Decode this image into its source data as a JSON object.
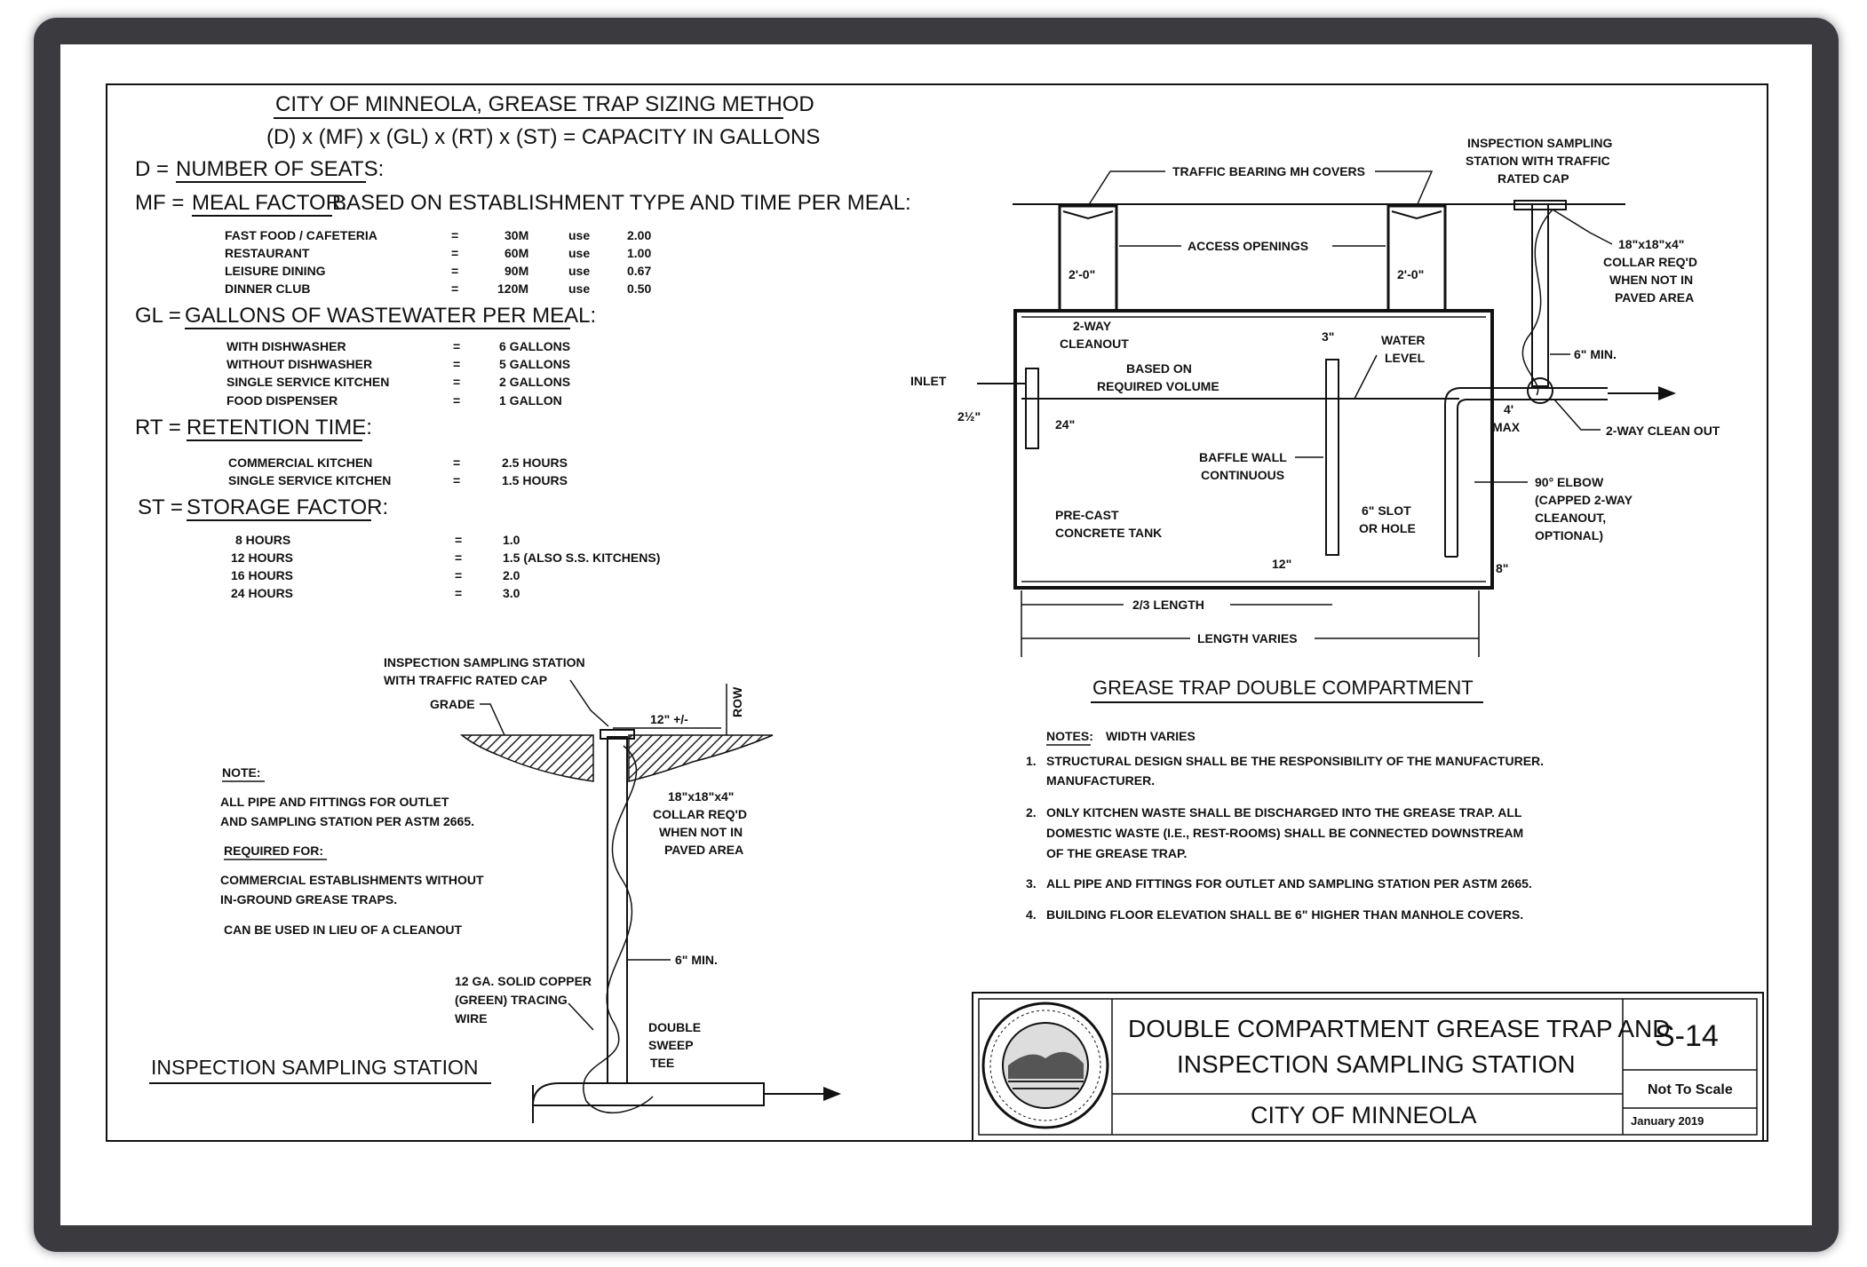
{
  "sizing": {
    "title": "CITY OF MINNEOLA, GREASE TRAP SIZING METHOD",
    "formula": "(D) x (MF) x (GL) x (RT) x (ST) = CAPACITY IN GALLONS",
    "d_line": {
      "label": "D = ",
      "text": "NUMBER OF SEATS:"
    },
    "mf_line": {
      "label": "MF = ",
      "text": "MEAL FACTOR:",
      "rest": " BASED ON ESTABLISHMENT TYPE AND TIME PER MEAL:"
    },
    "mf_rows": [
      {
        "name": "FAST FOOD / CAFETERIA",
        "eq": "=",
        "val": "30M",
        "use": "use",
        "factor": "2.00"
      },
      {
        "name": "RESTAURANT",
        "eq": "=",
        "val": "60M",
        "use": "use",
        "factor": "1.00"
      },
      {
        "name": "LEISURE DINING",
        "eq": "=",
        "val": "90M",
        "use": "use",
        "factor": "0.67"
      },
      {
        "name": "DINNER CLUB",
        "eq": "=",
        "val": "120M",
        "use": "use",
        "factor": "0.50"
      }
    ],
    "gl_line": {
      "label": "GL = ",
      "text": "GALLONS OF WASTEWATER PER MEAL:"
    },
    "gl_rows": [
      {
        "name": "WITH DISHWASHER",
        "eq": "=",
        "val": "6 GALLONS"
      },
      {
        "name": "WITHOUT DISHWASHER",
        "eq": "=",
        "val": "5 GALLONS"
      },
      {
        "name": "SINGLE SERVICE KITCHEN",
        "eq": "=",
        "val": "2 GALLONS"
      },
      {
        "name": "FOOD DISPENSER",
        "eq": "=",
        "val": "1 GALLON"
      }
    ],
    "rt_line": {
      "label": "RT = ",
      "text": "RETENTION TIME:"
    },
    "rt_rows": [
      {
        "name": "COMMERCIAL KITCHEN",
        "eq": "=",
        "val": "2.5 HOURS"
      },
      {
        "name": "SINGLE SERVICE KITCHEN",
        "eq": "=",
        "val": "1.5 HOURS"
      }
    ],
    "st_line": {
      "label": "ST = ",
      "text": "STORAGE FACTOR:"
    },
    "st_rows": [
      {
        "name": "8 HOURS",
        "eq": "=",
        "val": "1.0"
      },
      {
        "name": "12 HOURS",
        "eq": "=",
        "val": "1.5 (ALSO S.S. KITCHENS)"
      },
      {
        "name": "16 HOURS",
        "eq": "=",
        "val": "2.0"
      },
      {
        "name": "24 HOURS",
        "eq": "=",
        "val": "3.0"
      }
    ]
  },
  "grease_trap": {
    "traffic_covers": "TRAFFIC BEARING MH COVERS",
    "access_openings": "ACCESS OPENINGS",
    "dim_2ft_left": "2'-0\"",
    "dim_2ft_right": "2'-0\"",
    "cleanout_2way": [
      "2-WAY",
      "CLEANOUT"
    ],
    "based_on": [
      "BASED ON",
      "REQUIRED VOLUME"
    ],
    "dim_3in": "3\"",
    "water_level": [
      "WATER",
      "LEVEL"
    ],
    "inlet": "INLET",
    "dim_2_half": "2½\"",
    "dim_24in": "24\"",
    "baffle": [
      "BAFFLE WALL",
      "CONTINUOUS"
    ],
    "precast": [
      "PRE-CAST",
      "CONCRETE TANK"
    ],
    "slot": [
      "6\" SLOT",
      "OR HOLE"
    ],
    "dim_12in": "12\"",
    "dim_8in": "8\"",
    "two_thirds": "2/3 LENGTH",
    "length_varies": "LENGTH VARIES",
    "insp_station": [
      "INSPECTION SAMPLING",
      "STATION WITH TRAFFIC",
      "RATED CAP"
    ],
    "collar": [
      "18\"x18\"x4\"",
      "COLLAR REQ'D",
      "WHEN NOT IN",
      "PAVED AREA"
    ],
    "six_min": "6\" MIN.",
    "four_max": [
      "4'",
      "MAX"
    ],
    "cleanout_out": "2-WAY CLEAN OUT",
    "elbow": [
      "90° ELBOW",
      "(CAPPED 2-WAY",
      "CLEANOUT,",
      "OPTIONAL)"
    ],
    "title": "GREASE TRAP DOUBLE COMPARTMENT"
  },
  "notes": {
    "head_label": "NOTES:",
    "head_rest": "WIDTH VARIES",
    "items": [
      {
        "num": "1.",
        "lines": [
          "STRUCTURAL DESIGN SHALL BE THE RESPONSIBILITY OF THE MANUFACTURER.",
          "MANUFACTURER."
        ]
      },
      {
        "num": "2.",
        "lines": [
          "ONLY KITCHEN WASTE SHALL BE DISCHARGED INTO THE GREASE TRAP.  ALL",
          "DOMESTIC WASTE (I.E., REST-ROOMS) SHALL BE CONNECTED DOWNSTREAM",
          "OF THE GREASE TRAP."
        ]
      },
      {
        "num": "3.",
        "lines": [
          "ALL PIPE AND FITTINGS FOR OUTLET AND SAMPLING STATION PER ASTM 2665."
        ]
      },
      {
        "num": "4.",
        "lines": [
          "BUILDING FLOOR ELEVATION SHALL BE 6\" HIGHER THAN MANHOLE COVERS."
        ]
      }
    ]
  },
  "station": {
    "insp_label": [
      "INSPECTION SAMPLING STATION",
      "WITH TRAFFIC RATED CAP"
    ],
    "grade": "GRADE",
    "row": "ROW",
    "twelve": "12\" +/-",
    "collar": [
      "18\"x18\"x4\"",
      "COLLAR REQ'D",
      "WHEN NOT IN",
      "PAVED AREA"
    ],
    "six_min": "6\" MIN.",
    "copper": [
      "12 GA. SOLID COPPER",
      "(GREEN) TRACING",
      "WIRE"
    ],
    "double_sweep": [
      "DOUBLE",
      "SWEEP",
      "TEE"
    ],
    "title": "INSPECTION SAMPLING STATION",
    "note_label": "NOTE:",
    "note_text": [
      "ALL PIPE AND FITTINGS FOR OUTLET",
      "AND SAMPLING STATION PER ASTM 2665."
    ],
    "required_label": "REQUIRED FOR:",
    "required_text": [
      "COMMERCIAL ESTABLISHMENTS WITHOUT",
      "IN-GROUND GREASE TRAPS."
    ],
    "lieu": "CAN BE USED IN LIEU OF A CLEANOUT"
  },
  "title_block": {
    "title_line1": "DOUBLE COMPARTMENT GREASE TRAP AND",
    "title_line2": "INSPECTION SAMPLING STATION",
    "city": "CITY OF MINNEOLA",
    "sheet": "S-14",
    "scale": "Not To Scale",
    "date": "January 2019"
  },
  "icons": {
    "seal": "city-seal-icon"
  }
}
